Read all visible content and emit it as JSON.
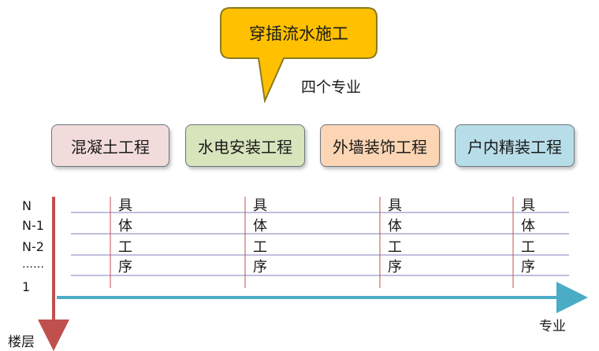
{
  "callout": {
    "text": "穿插流水施工",
    "fill": "#ffc000",
    "stroke": "#8a7a20"
  },
  "subtitle": "四个专业",
  "trades": [
    {
      "label": "混凝土工程",
      "color": "#f2dcdb"
    },
    {
      "label": "水电安装工程",
      "color": "#d7e4bc"
    },
    {
      "label": "外墙装饰工程",
      "color": "#fcd5b4"
    },
    {
      "label": "户内精装工程",
      "color": "#b7dde8"
    }
  ],
  "floors": [
    "N",
    "N-1",
    "N-2",
    "……",
    "1"
  ],
  "process_chars": [
    "具",
    "体",
    "工",
    "序"
  ],
  "axes": {
    "x_label": "专业",
    "y_label": "楼层",
    "x_color": "#4bacc6",
    "y_color": "#c0504d"
  },
  "grid_color": "#7f7fbf"
}
